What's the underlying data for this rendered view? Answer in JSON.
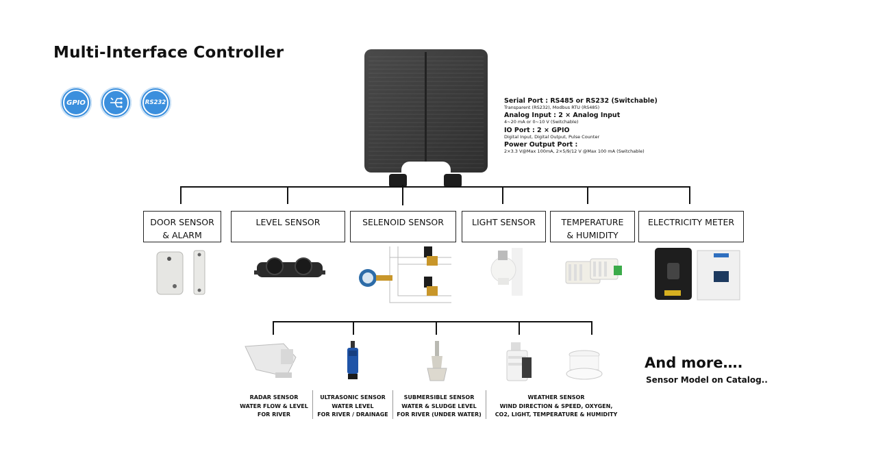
{
  "title": "Multi-Interface Controller",
  "badges": [
    {
      "icon": "gpio-icon",
      "label": "GPIO"
    },
    {
      "icon": "analog-network-icon",
      "label": ""
    },
    {
      "icon": "rs232-icon",
      "label": "RS232"
    }
  ],
  "specs": {
    "serial_h": "Serial Port : RS485 or RS232 (Switchable)",
    "serial_s": "Transparent (RS232), Modbus RTU (RS485)",
    "analog_h": "Analog Input : 2 × Analog Input",
    "analog_s": "4~20 mA or 0~10 V (Switchable)",
    "io_h": "IO Port : 2 × GPIO",
    "io_s": "Digital Input, Digital Output, Pulse Counter",
    "power_h": "Power Output Port :",
    "power_s": "2×3.3 V@Max 100mA, 2×5/9/12 V @Max 100 mA (Switchable)"
  },
  "sensors_top": [
    {
      "line1": "DOOR SENSOR",
      "line2": "& ALARM",
      "icon": "door-sensor-icon"
    },
    {
      "line1": "LEVEL SENSOR",
      "line2": "",
      "icon": "level-sensor-icon"
    },
    {
      "line1": "SELENOID SENSOR",
      "line2": "",
      "icon": "selenoid-valve-icon"
    },
    {
      "line1": "LIGHT SENSOR",
      "line2": "",
      "icon": "light-bulb-icon"
    },
    {
      "line1": "TEMPERATURE",
      "line2": "& HUMIDITY",
      "icon": "temperature-humidity-icon"
    },
    {
      "line1": "ELECTRICITY METER",
      "line2": "",
      "icon": "electricity-meter-icon"
    }
  ],
  "sensors_bottom": [
    {
      "label": "RADAR SENSOR\nWATER FLOW & LEVEL\nFOR RIVER",
      "icon": "radar-sensor-icon"
    },
    {
      "label": "ULTRASONIC SENSOR\nWATER LEVEL\nFOR RIVER / DRAINAGE",
      "icon": "ultrasonic-sensor-icon"
    },
    {
      "label": "SUBMERSIBLE SENSOR\nWATER & SLUDGE LEVEL\nFOR RIVER (UNDER WATER)",
      "icon": "submersible-sensor-icon"
    },
    {
      "label": "WEATHER SENSOR\nWIND DIRECTION & SPEED, OXYGEN,\nCO2, LIGHT, TEMPERATURE & HUMIDITY",
      "icon": "weather-sensor-icon"
    }
  ],
  "more": {
    "title": "And more….",
    "subtitle": "Sensor Model on Catalog.."
  },
  "colors": {
    "badge": "#3b8fdd",
    "panel": "#3a3a3a",
    "line": "#111111"
  }
}
